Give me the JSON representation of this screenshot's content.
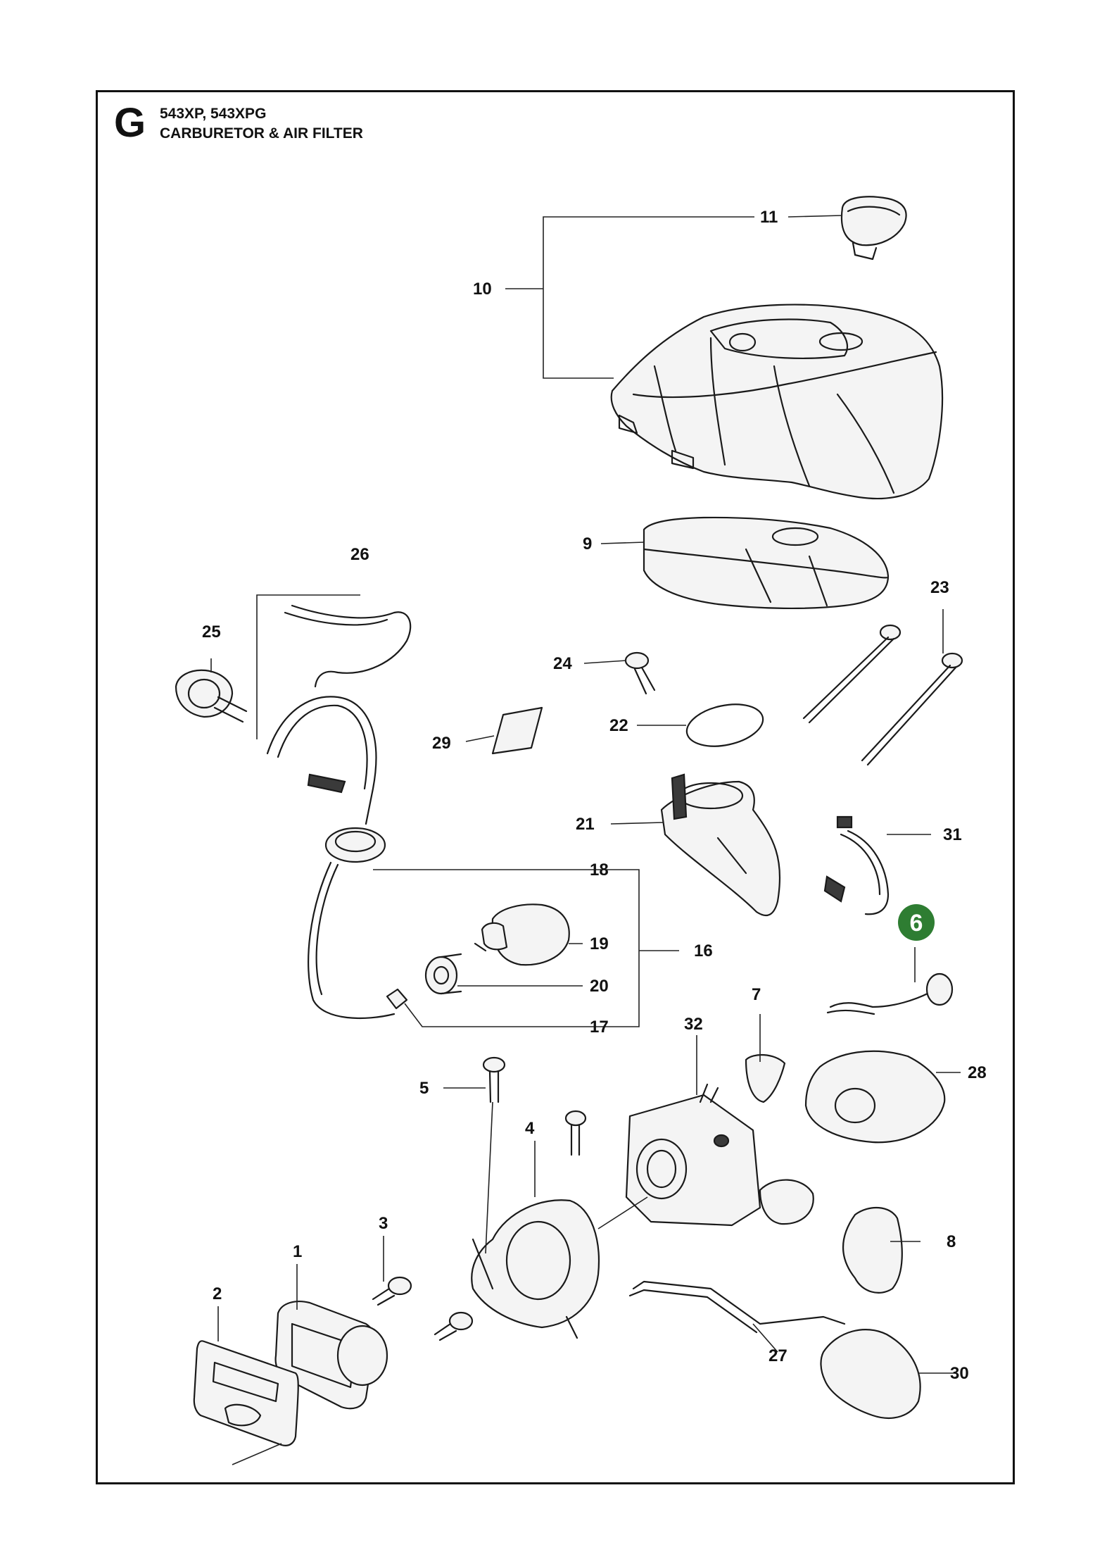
{
  "header": {
    "section_letter": "G",
    "models": "543XP, 543XPG",
    "title": "CARBURETOR & AIR FILTER"
  },
  "highlight": {
    "number": "6",
    "color": "#2e7d32"
  },
  "colors": {
    "line": "#1a1a1a",
    "frame": "#111111",
    "background": "#ffffff"
  },
  "callouts": [
    {
      "id": "p1",
      "label": "1"
    },
    {
      "id": "p2",
      "label": "2"
    },
    {
      "id": "p3",
      "label": "3"
    },
    {
      "id": "p4",
      "label": "4"
    },
    {
      "id": "p5",
      "label": "5"
    },
    {
      "id": "p7",
      "label": "7"
    },
    {
      "id": "p8",
      "label": "8"
    },
    {
      "id": "p9",
      "label": "9"
    },
    {
      "id": "p10",
      "label": "10"
    },
    {
      "id": "p11",
      "label": "11"
    },
    {
      "id": "p16",
      "label": "16"
    },
    {
      "id": "p17",
      "label": "17"
    },
    {
      "id": "p18",
      "label": "18"
    },
    {
      "id": "p19",
      "label": "19"
    },
    {
      "id": "p20",
      "label": "20"
    },
    {
      "id": "p21",
      "label": "21"
    },
    {
      "id": "p22",
      "label": "22"
    },
    {
      "id": "p23",
      "label": "23"
    },
    {
      "id": "p24",
      "label": "24"
    },
    {
      "id": "p25",
      "label": "25"
    },
    {
      "id": "p26",
      "label": "26"
    },
    {
      "id": "p27",
      "label": "27"
    },
    {
      "id": "p28",
      "label": "28"
    },
    {
      "id": "p29",
      "label": "29"
    },
    {
      "id": "p30",
      "label": "30"
    },
    {
      "id": "p31",
      "label": "31"
    },
    {
      "id": "p32",
      "label": "32"
    }
  ]
}
